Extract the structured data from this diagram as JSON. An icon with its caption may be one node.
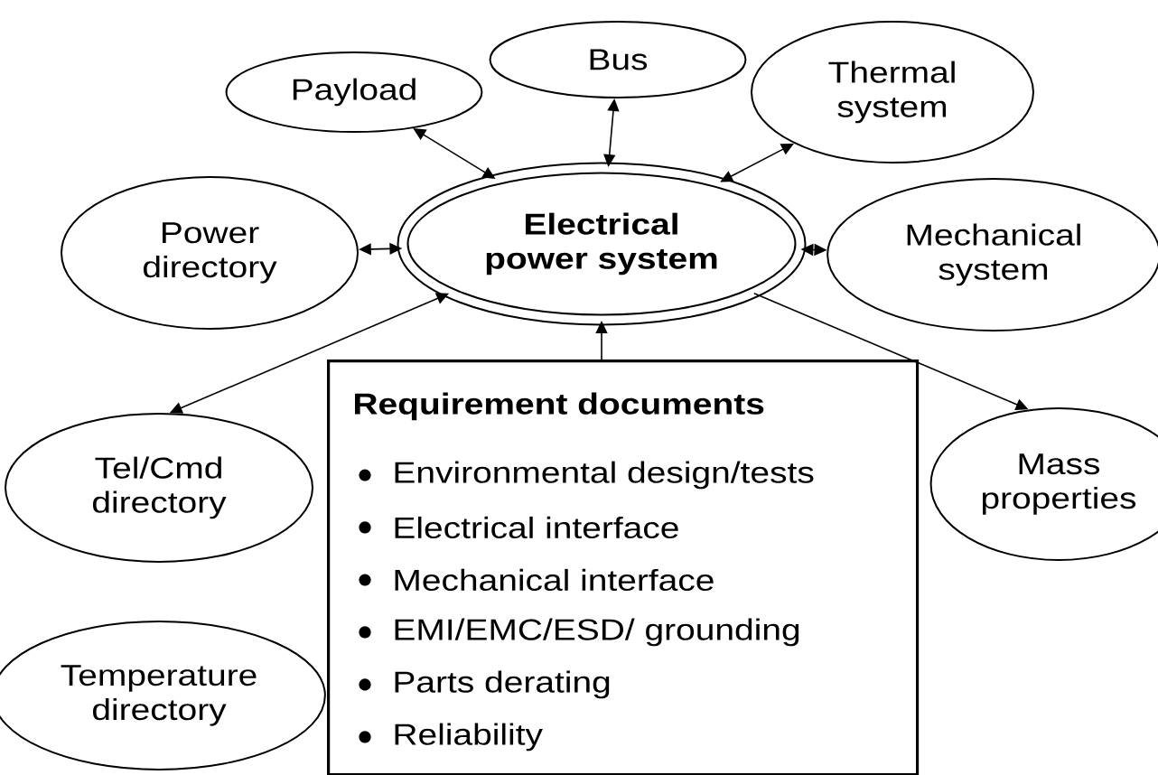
{
  "diagram": {
    "nodes": [
      {
        "text": [
          "Payload"
        ]
      },
      {
        "text": [
          "Bus"
        ]
      },
      {
        "text": [
          "Thermal system"
        ]
      },
      {
        "text": [
          "Power directory"
        ]
      },
      {
        "text": [
          "Electrical power system"
        ]
      },
      {
        "text": [
          "Mechanical system"
        ]
      },
      {
        "text": [
          "Tel/Cmd directory"
        ]
      },
      {
        "text": [
          "Requirement documents",
          "Environmental design/tests",
          "Electrical interface",
          "Mechanical interface",
          "EMI/EMC/ESD/ grounding",
          "Parts derating",
          "Reliability"
        ]
      },
      {
        "text": [
          "Mass properties"
        ]
      },
      {
        "text": [
          "Temperature directory"
        ]
      }
    ],
    "edges": [
      {
        "from": 0,
        "to": 4,
        "arrow": "both"
      },
      {
        "from": 1,
        "to": 4,
        "arrow": "both"
      },
      {
        "from": 2,
        "to": 4,
        "arrow": "both"
      },
      {
        "from": 3,
        "to": 4,
        "arrow": "both"
      },
      {
        "from": 5,
        "to": 4,
        "arrow": "both"
      },
      {
        "from": 6,
        "to": 4,
        "arrow": "both"
      },
      {
        "from": 4,
        "to": 8,
        "arrow": "to"
      },
      {
        "from": 7,
        "to": 4,
        "arrow": "to"
      }
    ]
  }
}
